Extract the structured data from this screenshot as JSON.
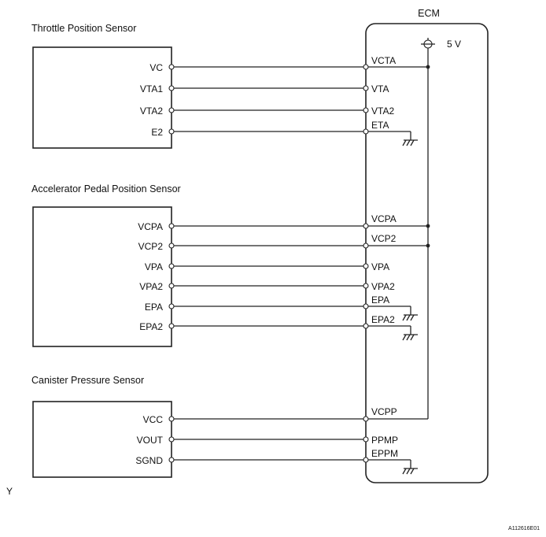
{
  "ecm_label": "ECM",
  "supply_label": "5 V",
  "stray_mark": "Y",
  "figure_code": "A112616E01",
  "sensors": [
    {
      "title": "Throttle Position Sensor",
      "pins": [
        "VC",
        "VTA1",
        "VTA2",
        "E2"
      ],
      "ecm_pins": [
        "VCTA",
        "VTA",
        "VTA2",
        "ETA"
      ]
    },
    {
      "title": "Accelerator Pedal Position Sensor",
      "pins": [
        "VCPA",
        "VCP2",
        "VPA",
        "VPA2",
        "EPA",
        "EPA2"
      ],
      "ecm_pins": [
        "VCPA",
        "VCP2",
        "VPA",
        "VPA2",
        "EPA",
        "EPA2"
      ]
    },
    {
      "title": "Canister Pressure Sensor",
      "pins": [
        "VCC",
        "VOUT",
        "SGND"
      ],
      "ecm_pins": [
        "VCPP",
        "PPMP",
        "EPPM"
      ]
    }
  ]
}
